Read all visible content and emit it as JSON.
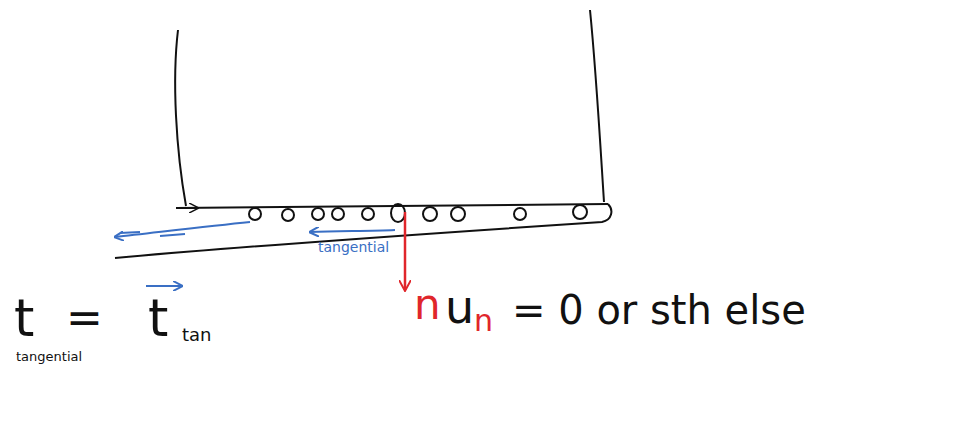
{
  "diagram": {
    "labels": [
      "tangential",
      "t",
      "=",
      "t",
      "tan",
      "tangential",
      "n",
      "u",
      "n",
      "= 0 or sth else"
    ]
  }
}
